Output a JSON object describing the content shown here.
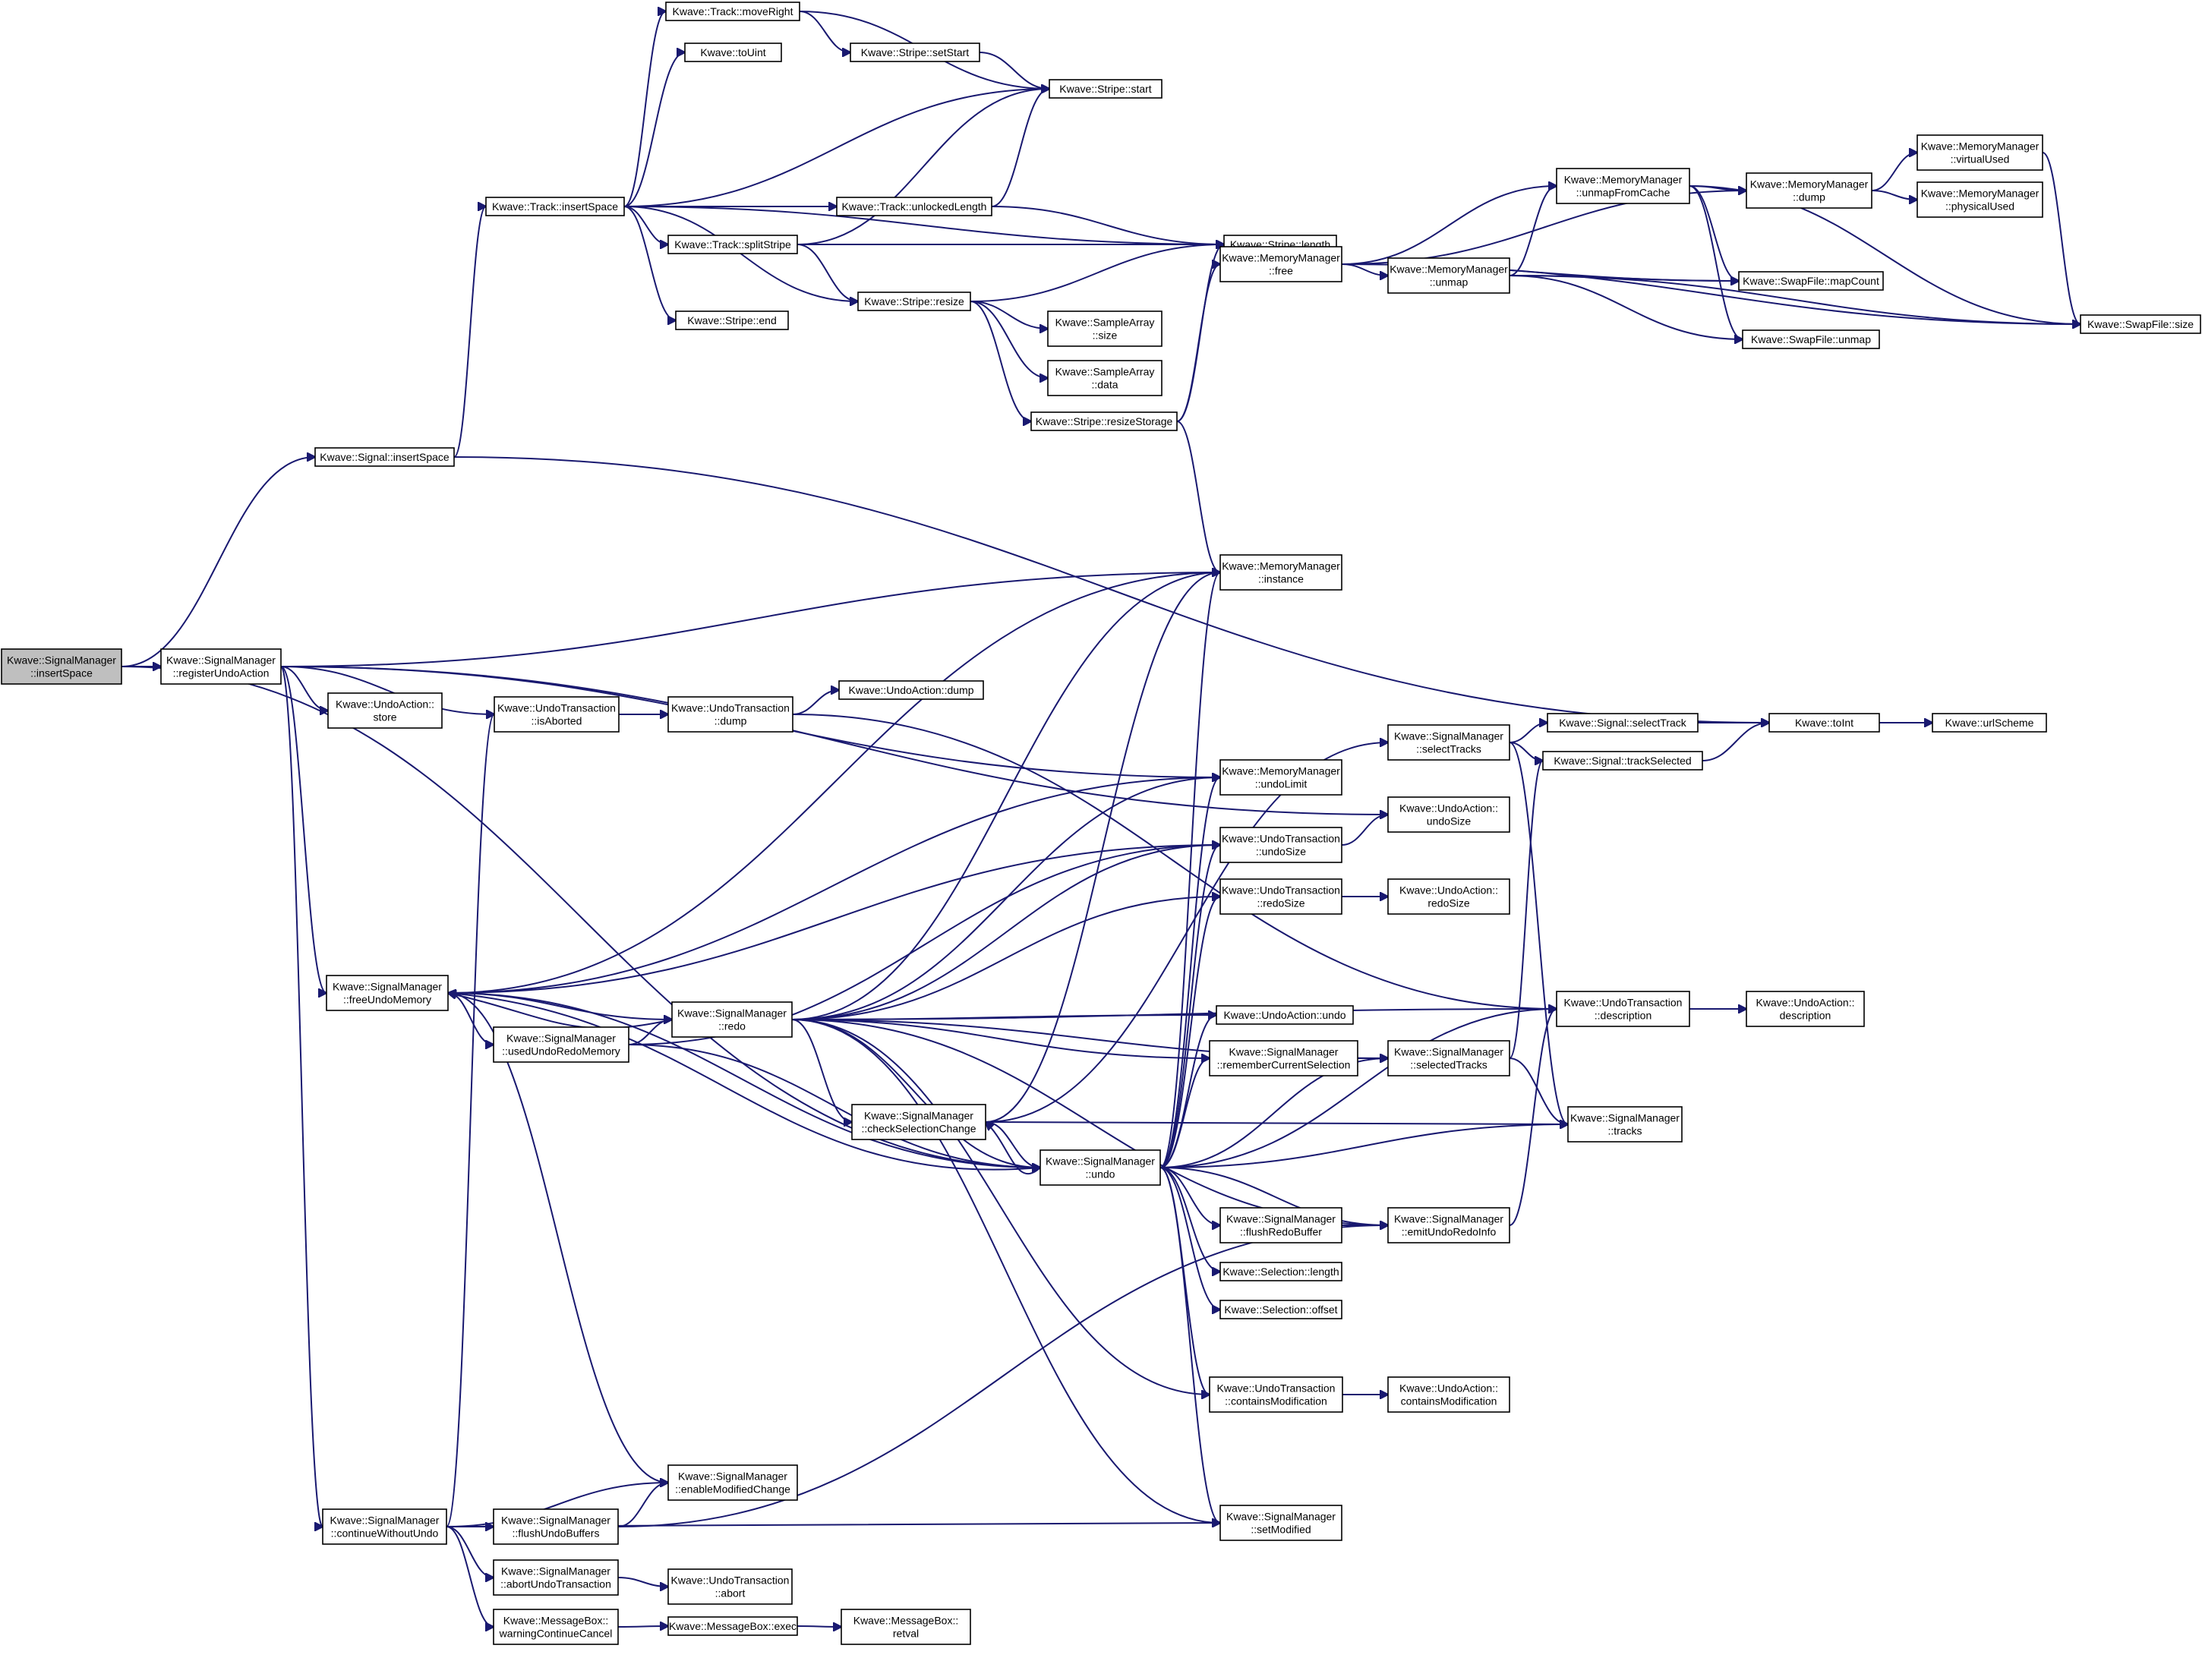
{
  "nodes": [
    {
      "id": "root",
      "lines": [
        "Kwave::SignalManager",
        "::insertSpace"
      ],
      "root": true
    },
    {
      "id": "regUndo",
      "lines": [
        "Kwave::SignalManager",
        "::registerUndoAction"
      ]
    },
    {
      "id": "sigInsertSpace",
      "lines": [
        "Kwave::Signal::insertSpace"
      ]
    },
    {
      "id": "trackInsertSpace",
      "lines": [
        "Kwave::Track::insertSpace"
      ]
    },
    {
      "id": "moveRight",
      "lines": [
        "Kwave::Track::moveRight"
      ]
    },
    {
      "id": "toUint",
      "lines": [
        "Kwave::toUint"
      ]
    },
    {
      "id": "setStart",
      "lines": [
        "Kwave::Stripe::setStart"
      ]
    },
    {
      "id": "stripeStart",
      "lines": [
        "Kwave::Stripe::start"
      ]
    },
    {
      "id": "unlockedLength",
      "lines": [
        "Kwave::Track::unlockedLength"
      ]
    },
    {
      "id": "splitStripe",
      "lines": [
        "Kwave::Track::splitStripe"
      ]
    },
    {
      "id": "stripeLength",
      "lines": [
        "Kwave::Stripe::length"
      ]
    },
    {
      "id": "stripeEnd",
      "lines": [
        "Kwave::Stripe::end"
      ]
    },
    {
      "id": "stripeResize",
      "lines": [
        "Kwave::Stripe::resize"
      ]
    },
    {
      "id": "saSize",
      "lines": [
        "Kwave::SampleArray",
        "::size"
      ]
    },
    {
      "id": "saData",
      "lines": [
        "Kwave::SampleArray",
        "::data"
      ]
    },
    {
      "id": "resizeStorage",
      "lines": [
        "Kwave::Stripe::resizeStorage"
      ]
    },
    {
      "id": "mmFree",
      "lines": [
        "Kwave::MemoryManager",
        "::free"
      ]
    },
    {
      "id": "mmUnmap",
      "lines": [
        "Kwave::MemoryManager",
        "::unmap"
      ]
    },
    {
      "id": "mmUnmapFromCache",
      "lines": [
        "Kwave::MemoryManager",
        "::unmapFromCache"
      ]
    },
    {
      "id": "mmDump",
      "lines": [
        "Kwave::MemoryManager",
        "::dump"
      ]
    },
    {
      "id": "mmVirtualUsed",
      "lines": [
        "Kwave::MemoryManager",
        "::virtualUsed"
      ]
    },
    {
      "id": "mmPhysicalUsed",
      "lines": [
        "Kwave::MemoryManager",
        "::physicalUsed"
      ]
    },
    {
      "id": "swapMapCount",
      "lines": [
        "Kwave::SwapFile::mapCount"
      ]
    },
    {
      "id": "swapUnmap",
      "lines": [
        "Kwave::SwapFile::unmap"
      ]
    },
    {
      "id": "swapSize",
      "lines": [
        "Kwave::SwapFile::size"
      ]
    },
    {
      "id": "mmInstance",
      "lines": [
        "Kwave::MemoryManager",
        "::instance"
      ]
    },
    {
      "id": "uaStore",
      "lines": [
        "Kwave::UndoAction::",
        "store"
      ]
    },
    {
      "id": "utIsAborted",
      "lines": [
        "Kwave::UndoTransaction",
        "::isAborted"
      ]
    },
    {
      "id": "utDump",
      "lines": [
        "Kwave::UndoTransaction",
        "::dump"
      ]
    },
    {
      "id": "uaDump",
      "lines": [
        "Kwave::UndoAction::dump"
      ]
    },
    {
      "id": "mmUndoLimit",
      "lines": [
        "Kwave::MemoryManager",
        "::undoLimit"
      ]
    },
    {
      "id": "smSelectTracks",
      "lines": [
        "Kwave::SignalManager",
        "::selectTracks"
      ]
    },
    {
      "id": "sigSelectTrack",
      "lines": [
        "Kwave::Signal::selectTrack"
      ]
    },
    {
      "id": "sigTrackSelected",
      "lines": [
        "Kwave::Signal::trackSelected"
      ]
    },
    {
      "id": "toInt",
      "lines": [
        "Kwave::toInt"
      ]
    },
    {
      "id": "urlScheme",
      "lines": [
        "Kwave::urlScheme"
      ]
    },
    {
      "id": "utUndoSize",
      "lines": [
        "Kwave::UndoTransaction",
        "::undoSize"
      ]
    },
    {
      "id": "uaUndoSize",
      "lines": [
        "Kwave::UndoAction::",
        "undoSize"
      ]
    },
    {
      "id": "utRedoSize",
      "lines": [
        "Kwave::UndoTransaction",
        "::redoSize"
      ]
    },
    {
      "id": "uaRedoSize",
      "lines": [
        "Kwave::UndoAction::",
        "redoSize"
      ]
    },
    {
      "id": "smFreeUndoMemory",
      "lines": [
        "Kwave::SignalManager",
        "::freeUndoMemory"
      ]
    },
    {
      "id": "smRedo",
      "lines": [
        "Kwave::SignalManager",
        "::redo"
      ]
    },
    {
      "id": "smUsedUndoRedoMemory",
      "lines": [
        "Kwave::SignalManager",
        "::usedUndoRedoMemory"
      ]
    },
    {
      "id": "uaUndo",
      "lines": [
        "Kwave::UndoAction::undo"
      ]
    },
    {
      "id": "smRememberCurrentSelection",
      "lines": [
        "Kwave::SignalManager",
        "::rememberCurrentSelection"
      ]
    },
    {
      "id": "smSelectedTracks",
      "lines": [
        "Kwave::SignalManager",
        "::selectedTracks"
      ]
    },
    {
      "id": "utDescription",
      "lines": [
        "Kwave::UndoTransaction",
        "::description"
      ]
    },
    {
      "id": "uaDescription",
      "lines": [
        "Kwave::UndoAction::",
        "description"
      ]
    },
    {
      "id": "smTracks",
      "lines": [
        "Kwave::SignalManager",
        "::tracks"
      ]
    },
    {
      "id": "smCheckSelectionChange",
      "lines": [
        "Kwave::SignalManager",
        "::checkSelectionChange"
      ]
    },
    {
      "id": "smUndo",
      "lines": [
        "Kwave::SignalManager",
        "::undo"
      ]
    },
    {
      "id": "smFlushRedoBuffer",
      "lines": [
        "Kwave::SignalManager",
        "::flushRedoBuffer"
      ]
    },
    {
      "id": "smEmitUndoRedoInfo",
      "lines": [
        "Kwave::SignalManager",
        "::emitUndoRedoInfo"
      ]
    },
    {
      "id": "selLength",
      "lines": [
        "Kwave::Selection::length"
      ]
    },
    {
      "id": "selOffset",
      "lines": [
        "Kwave::Selection::offset"
      ]
    },
    {
      "id": "utContainsModification",
      "lines": [
        "Kwave::UndoTransaction",
        "::containsModification"
      ]
    },
    {
      "id": "uaContainsModification",
      "lines": [
        "Kwave::UndoAction::",
        "containsModification"
      ]
    },
    {
      "id": "smEnableModifiedChange",
      "lines": [
        "Kwave::SignalManager",
        "::enableModifiedChange"
      ]
    },
    {
      "id": "smContinueWithoutUndo",
      "lines": [
        "Kwave::SignalManager",
        "::continueWithoutUndo"
      ]
    },
    {
      "id": "smFlushUndoBuffers",
      "lines": [
        "Kwave::SignalManager",
        "::flushUndoBuffers"
      ]
    },
    {
      "id": "smSetModified",
      "lines": [
        "Kwave::SignalManager",
        "::setModified"
      ]
    },
    {
      "id": "smAbortUndoTransaction",
      "lines": [
        "Kwave::SignalManager",
        "::abortUndoTransaction"
      ]
    },
    {
      "id": "utAbort",
      "lines": [
        "Kwave::UndoTransaction",
        "::abort"
      ]
    },
    {
      "id": "mbWarningContinueCancel",
      "lines": [
        "Kwave::MessageBox::",
        "warningContinueCancel"
      ]
    },
    {
      "id": "mbExec",
      "lines": [
        "Kwave::MessageBox::exec"
      ]
    },
    {
      "id": "mbRetval",
      "lines": [
        "Kwave::MessageBox::",
        "retval"
      ]
    }
  ],
  "edges": [
    [
      "root",
      "regUndo"
    ],
    [
      "root",
      "sigInsertSpace"
    ],
    [
      "root",
      "smUndo"
    ],
    [
      "sigInsertSpace",
      "trackInsertSpace"
    ],
    [
      "sigInsertSpace",
      "toInt"
    ],
    [
      "trackInsertSpace",
      "moveRight"
    ],
    [
      "trackInsertSpace",
      "toUint"
    ],
    [
      "trackInsertSpace",
      "stripeStart"
    ],
    [
      "trackInsertSpace",
      "stripeLength"
    ],
    [
      "trackInsertSpace",
      "unlockedLength"
    ],
    [
      "trackInsertSpace",
      "splitStripe"
    ],
    [
      "trackInsertSpace",
      "stripeResize"
    ],
    [
      "trackInsertSpace",
      "stripeEnd"
    ],
    [
      "moveRight",
      "setStart"
    ],
    [
      "moveRight",
      "stripeStart"
    ],
    [
      "setStart",
      "stripeStart"
    ],
    [
      "unlockedLength",
      "stripeStart"
    ],
    [
      "unlockedLength",
      "stripeLength"
    ],
    [
      "splitStripe",
      "stripeStart"
    ],
    [
      "splitStripe",
      "stripeLength"
    ],
    [
      "splitStripe",
      "stripeResize"
    ],
    [
      "stripeResize",
      "stripeLength"
    ],
    [
      "stripeResize",
      "saSize"
    ],
    [
      "stripeResize",
      "saData"
    ],
    [
      "stripeResize",
      "resizeStorage"
    ],
    [
      "resizeStorage",
      "stripeLength"
    ],
    [
      "resizeStorage",
      "mmFree"
    ],
    [
      "resizeStorage",
      "mmInstance"
    ],
    [
      "mmFree",
      "mmDump"
    ],
    [
      "mmFree",
      "mmUnmapFromCache"
    ],
    [
      "mmFree",
      "swapMapCount"
    ],
    [
      "mmFree",
      "mmUnmap"
    ],
    [
      "mmFree",
      "swapSize"
    ],
    [
      "mmUnmap",
      "mmUnmapFromCache"
    ],
    [
      "mmUnmap",
      "swapMapCount"
    ],
    [
      "mmUnmap",
      "swapUnmap"
    ],
    [
      "mmUnmap",
      "swapSize"
    ],
    [
      "mmUnmapFromCache",
      "mmDump"
    ],
    [
      "mmUnmapFromCache",
      "swapMapCount"
    ],
    [
      "mmUnmapFromCache",
      "swapUnmap"
    ],
    [
      "mmUnmapFromCache",
      "swapSize"
    ],
    [
      "mmDump",
      "mmVirtualUsed"
    ],
    [
      "mmDump",
      "mmPhysicalUsed"
    ],
    [
      "mmVirtualUsed",
      "swapSize"
    ],
    [
      "regUndo",
      "mmInstance"
    ],
    [
      "regUndo",
      "uaUndoSize"
    ],
    [
      "regUndo",
      "mmUndoLimit"
    ],
    [
      "regUndo",
      "uaStore"
    ],
    [
      "regUndo",
      "utIsAborted"
    ],
    [
      "regUndo",
      "smFreeUndoMemory"
    ],
    [
      "regUndo",
      "smContinueWithoutUndo"
    ],
    [
      "utIsAborted",
      "utDump"
    ],
    [
      "utDump",
      "uaDump"
    ],
    [
      "utDump",
      "utDescription"
    ],
    [
      "smSelectTracks",
      "sigSelectTrack"
    ],
    [
      "smSelectTracks",
      "sigTrackSelected"
    ],
    [
      "smSelectTracks",
      "smTracks"
    ],
    [
      "sigSelectTrack",
      "toInt"
    ],
    [
      "sigTrackSelected",
      "toInt"
    ],
    [
      "toInt",
      "urlScheme"
    ],
    [
      "utUndoSize",
      "uaUndoSize"
    ],
    [
      "utRedoSize",
      "uaRedoSize"
    ],
    [
      "smFreeUndoMemory",
      "mmInstance"
    ],
    [
      "smFreeUndoMemory",
      "mmUndoLimit"
    ],
    [
      "smFreeUndoMemory",
      "utUndoSize"
    ],
    [
      "smFreeUndoMemory",
      "smUsedUndoRedoMemory"
    ],
    [
      "smFreeUndoMemory",
      "smRedo"
    ],
    [
      "smFreeUndoMemory",
      "smUndo"
    ],
    [
      "smFreeUndoMemory",
      "smEnableModifiedChange"
    ],
    [
      "smUsedUndoRedoMemory",
      "utUndoSize"
    ],
    [
      "smUsedUndoRedoMemory",
      "smRedo"
    ],
    [
      "smUsedUndoRedoMemory",
      "smUndo"
    ],
    [
      "smRedo",
      "mmInstance"
    ],
    [
      "smRedo",
      "mmUndoLimit"
    ],
    [
      "smRedo",
      "utUndoSize"
    ],
    [
      "smRedo",
      "utRedoSize"
    ],
    [
      "smRedo",
      "smFreeUndoMemory"
    ],
    [
      "smRedo",
      "utDescription"
    ],
    [
      "smRedo",
      "uaUndo"
    ],
    [
      "smRedo",
      "smRememberCurrentSelection"
    ],
    [
      "smRedo",
      "smSelectedTracks"
    ],
    [
      "smRedo",
      "smCheckSelectionChange"
    ],
    [
      "smRedo",
      "smUndo"
    ],
    [
      "smRedo",
      "utContainsModification"
    ],
    [
      "smRedo",
      "smEmitUndoRedoInfo"
    ],
    [
      "smRedo",
      "smSetModified"
    ],
    [
      "smRememberCurrentSelection",
      "smSelectedTracks"
    ],
    [
      "smSelectedTracks",
      "sigTrackSelected"
    ],
    [
      "smSelectedTracks",
      "smTracks"
    ],
    [
      "utDescription",
      "uaDescription"
    ],
    [
      "smCheckSelectionChange",
      "mmInstance"
    ],
    [
      "smCheckSelectionChange",
      "smSelectTracks"
    ],
    [
      "smCheckSelectionChange",
      "smUndo"
    ],
    [
      "smCheckSelectionChange",
      "smTracks"
    ],
    [
      "smUndo",
      "mmInstance"
    ],
    [
      "smUndo",
      "mmUndoLimit"
    ],
    [
      "smUndo",
      "utUndoSize"
    ],
    [
      "smUndo",
      "utRedoSize"
    ],
    [
      "smUndo",
      "uaUndo"
    ],
    [
      "smUndo",
      "smRememberCurrentSelection"
    ],
    [
      "smUndo",
      "smSelectedTracks"
    ],
    [
      "smUndo",
      "utDescription"
    ],
    [
      "smUndo",
      "smTracks"
    ],
    [
      "smUndo",
      "smCheckSelectionChange"
    ],
    [
      "smUndo",
      "smFreeUndoMemory"
    ],
    [
      "smUndo",
      "smFlushRedoBuffer"
    ],
    [
      "smUndo",
      "smEmitUndoRedoInfo"
    ],
    [
      "smUndo",
      "selLength"
    ],
    [
      "smUndo",
      "selOffset"
    ],
    [
      "smUndo",
      "utContainsModification"
    ],
    [
      "smUndo",
      "smSetModified"
    ],
    [
      "smFlushRedoBuffer",
      "smEmitUndoRedoInfo"
    ],
    [
      "smEmitUndoRedoInfo",
      "utDescription"
    ],
    [
      "utContainsModification",
      "uaContainsModification"
    ],
    [
      "smContinueWithoutUndo",
      "utIsAborted"
    ],
    [
      "smContinueWithoutUndo",
      "smEnableModifiedChange"
    ],
    [
      "smContinueWithoutUndo",
      "smFlushUndoBuffers"
    ],
    [
      "smContinueWithoutUndo",
      "smAbortUndoTransaction"
    ],
    [
      "smContinueWithoutUndo",
      "mbWarningContinueCancel"
    ],
    [
      "smContinueWithoutUndo",
      "smSetModified"
    ],
    [
      "smFlushUndoBuffers",
      "smEnableModifiedChange"
    ],
    [
      "smFlushUndoBuffers",
      "smEmitUndoRedoInfo"
    ],
    [
      "smAbortUndoTransaction",
      "utAbort"
    ],
    [
      "mbWarningContinueCancel",
      "mbExec"
    ],
    [
      "mbExec",
      "mbRetval"
    ]
  ]
}
